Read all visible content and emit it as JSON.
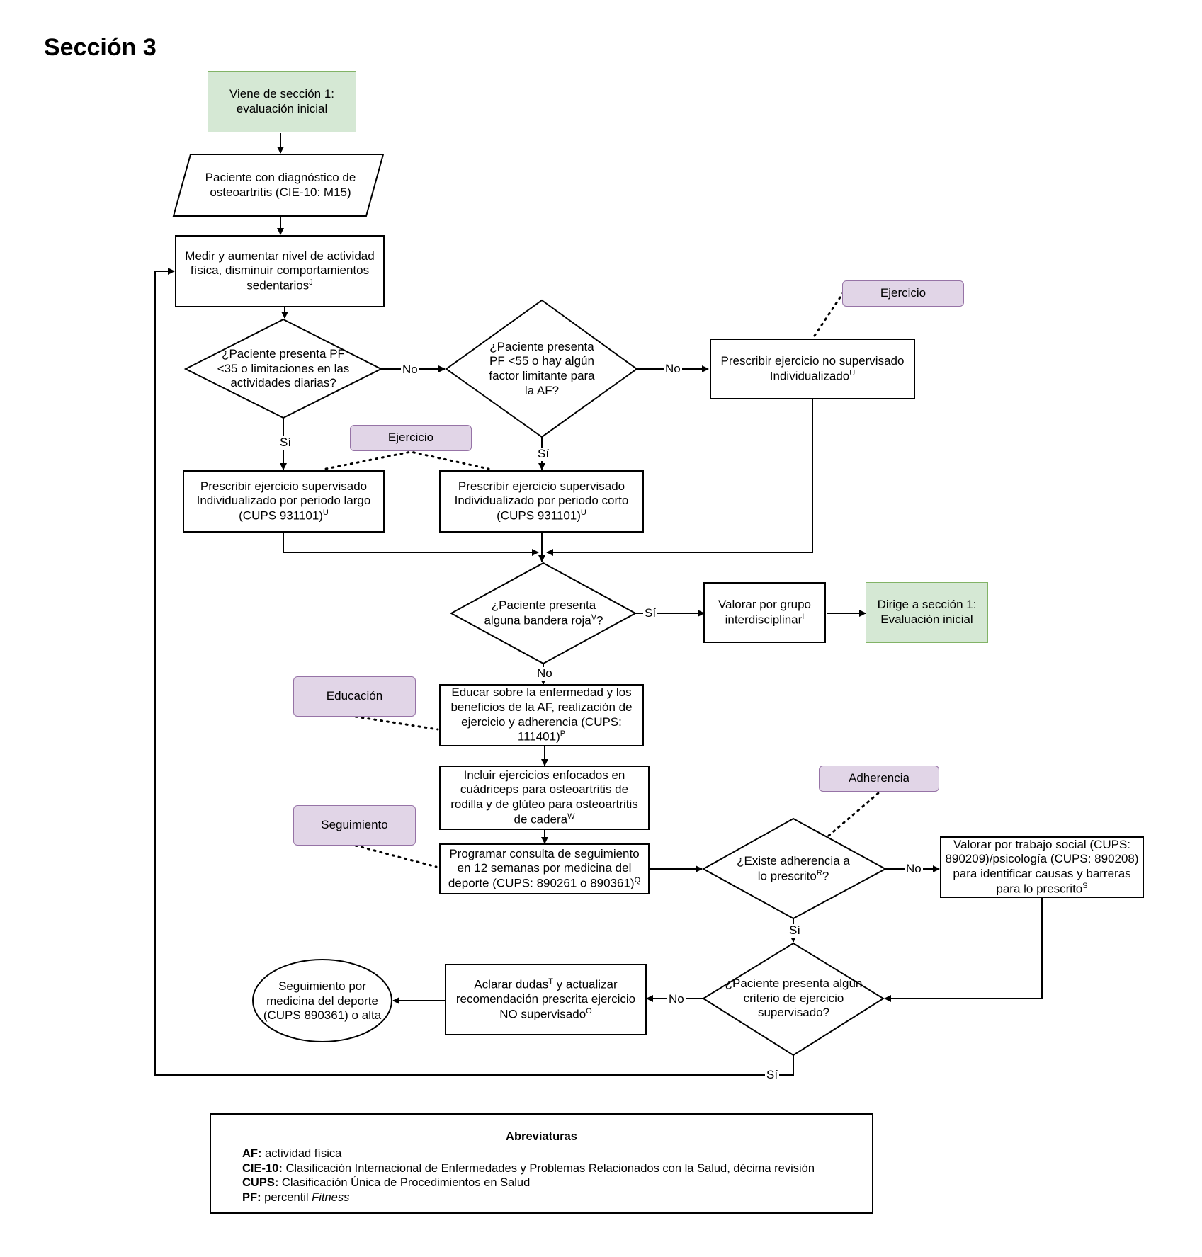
{
  "title": "Sección 3",
  "nodes": {
    "start": "Viene de sección 1: evaluación inicial",
    "patient": "Paciente con diagnóstico de osteoartritis (CIE-10: M15)",
    "measure": "Medir y aumentar nivel de actividad física, disminuir comportamientos sedentarios",
    "measure_sup": "J",
    "dec1": "¿Paciente presenta PF <35 o limitaciones en las actividades diarias?",
    "dec2": "¿Paciente presenta PF <55 o hay algún factor limitante para la AF?",
    "unsup": "Prescribir ejercicio no supervisado Individualizado",
    "unsup_sup": "U",
    "sup_long": "Prescribir ejercicio supervisado Individualizado por periodo largo (CUPS 931101)",
    "sup_long_sup": "U",
    "sup_short": "Prescribir ejercicio supervisado Individualizado por periodo corto (CUPS 931101)",
    "sup_short_sup": "U",
    "redflag": "¿Paciente presenta alguna bandera roja",
    "redflag_sup": "V",
    "redflag_end": "?",
    "interdisc": "Valorar por grupo interdisciplinar",
    "interdisc_sup": "I",
    "back1": "Dirige a sección 1: Evaluación inicial",
    "educate": "Educar sobre la enfermedad y los beneficios de la AF, realización de ejercicio y adherencia (CUPS: 111401)",
    "educate_sup": "P",
    "include": "Incluir ejercicios enfocados en cuádriceps para osteoartritis de rodilla y de glúteo para osteoartritis de cadera",
    "include_sup": "W",
    "followup": "Programar consulta de seguimiento en 12 semanas por medicina del deporte (CUPS: 890261 o 890361)",
    "followup_sup": "Q",
    "adherence": "¿Existe adherencia a lo prescrito",
    "adherence_sup": "R",
    "adherence_end": "?",
    "social": "Valorar por trabajo social (CUPS: 890209)/psicología (CUPS: 890208) para identificar causas y barreras para lo prescrito",
    "social_sup": "S",
    "criteria": "¿Paciente presenta algún criterio de ejercicio supervisado?",
    "clarify_a": "Aclarar dudas",
    "clarify_sup1": "T",
    "clarify_b": " y actualizar recomendación prescrita ejercicio NO supervisado",
    "clarify_sup2": "O",
    "end": "Seguimiento por medicina del deporte (CUPS 890361) o alta"
  },
  "tags": {
    "ejercicio_top": "Ejercicio",
    "ejercicio_mid": "Ejercicio",
    "educacion": "Educación",
    "adherencia": "Adherencia",
    "seguimiento": "Seguimiento"
  },
  "edge_labels": {
    "no1": "No",
    "no2": "No",
    "si1": "Sí",
    "si2": "Sí",
    "si3": "Sí",
    "no3": "No",
    "no4": "No",
    "si4": "Sí",
    "no5": "No",
    "si5": "Sí"
  },
  "legend": {
    "title": "Abreviaturas",
    "rows": [
      {
        "abbr": "AF:",
        "text": " actividad física"
      },
      {
        "abbr": "CIE-10:",
        "text": " Clasificación Internacional de Enfermedades y Problemas Relacionados con la Salud, décima revisión"
      },
      {
        "abbr": "CUPS:",
        "text": " Clasificación Única de Procedimientos en Salud"
      },
      {
        "abbr": "PF:",
        "text": " percentil ",
        "italic": "Fitness"
      }
    ]
  },
  "colors": {
    "green_fill": "#d5e8d4",
    "green_border": "#82b366",
    "purple_fill": "#e1d5e7",
    "purple_border": "#9673a6"
  }
}
